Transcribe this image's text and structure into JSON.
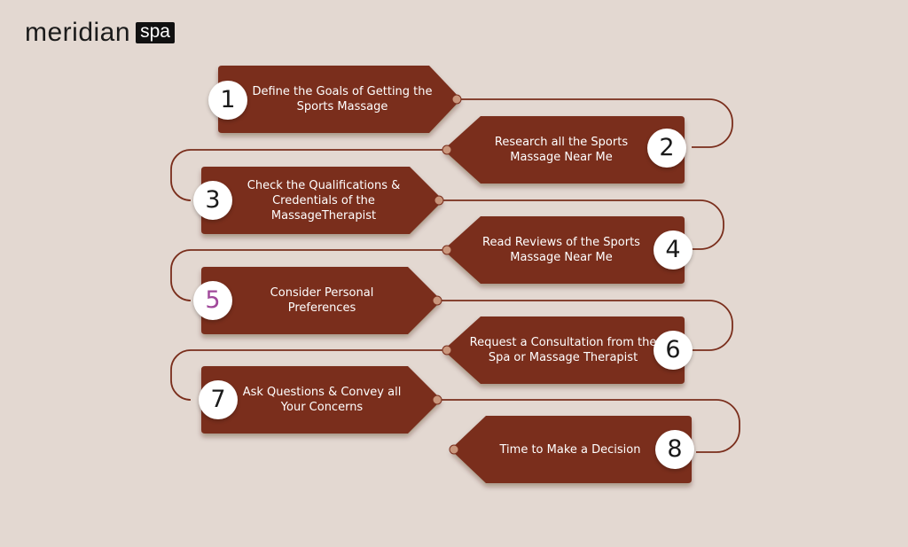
{
  "brand": {
    "name": "meridian",
    "tag": "spa"
  },
  "colors": {
    "background": "#e3d8d1",
    "card": "#7a2e1c",
    "connector": "#7a2e1c",
    "dot": "#c9967c",
    "number": "#1a1a1a",
    "number_accent": "#a0489a"
  },
  "steps": [
    {
      "number": "1",
      "text": "Define the Goals of Getting the Sports Massage"
    },
    {
      "number": "2",
      "text": "Research all the Sports Massage Near Me"
    },
    {
      "number": "3",
      "text": "Check the Qualifications & Credentials of the MassageTherapist"
    },
    {
      "number": "4",
      "text": "Read Reviews of the Sports Massage Near Me"
    },
    {
      "number": "5",
      "text": "Consider Personal Preferences"
    },
    {
      "number": "6",
      "text": "Request a Consultation from the Spa or Massage Therapist"
    },
    {
      "number": "7",
      "text": "Ask Questions & Convey all Your Concerns"
    },
    {
      "number": "8",
      "text": "Time to Make a Decision"
    }
  ]
}
